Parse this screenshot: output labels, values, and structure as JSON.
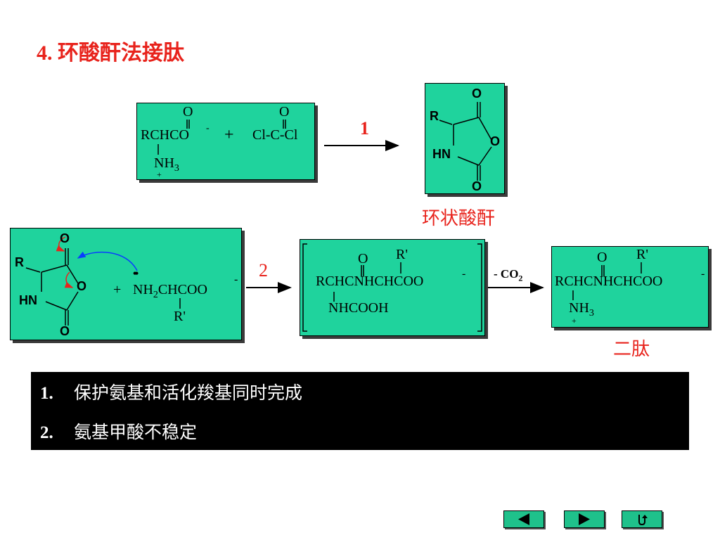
{
  "title": "4. 环酸酐法接肽",
  "step1": {
    "arrow_label": "1",
    "reactant1": {
      "o": "O",
      "main": "RCHCO",
      "minus": "-",
      "nh3": "NH",
      "sub3": "3",
      "plus": "+"
    },
    "plus": "+",
    "reactant2": {
      "o": "O",
      "main": "Cl-C-Cl"
    },
    "product": {
      "o_top": "O",
      "r": "R",
      "o_ring": "O",
      "hn": "HN",
      "o_bottom": "O"
    },
    "product_label": "环状酸酐"
  },
  "step2": {
    "arrow_label": "2",
    "anhydride": {
      "o_top": "O",
      "r": "R",
      "o_ring": "O",
      "hn": "HN",
      "o_bottom": "O"
    },
    "amine": {
      "plus": "+",
      "dots": "••",
      "main": "NH",
      "sub2": "2",
      "rest": "CHCOO",
      "minus": "-",
      "r": "R'"
    },
    "intermediate": {
      "o": "O",
      "r": "R'",
      "main": "RCHCNHCHCOO",
      "minus": "-",
      "sub": "NHCOOH"
    },
    "co2_label": "- CO",
    "co2_sub": "2",
    "dipeptide": {
      "o": "O",
      "r": "R'",
      "main": "RCHCNHCHCOO",
      "minus": "-",
      "nh3": "NH",
      "sub3": "3",
      "plus": "+"
    },
    "dipeptide_label": "二肽"
  },
  "notes": [
    {
      "num": "1.",
      "text": "保护氨基和活化羧基同时完成"
    },
    {
      "num": "2.",
      "text": "氨基甲酸不稳定"
    }
  ],
  "nav": {
    "prev": "previous-icon",
    "next": "next-icon",
    "return": "return-icon"
  }
}
